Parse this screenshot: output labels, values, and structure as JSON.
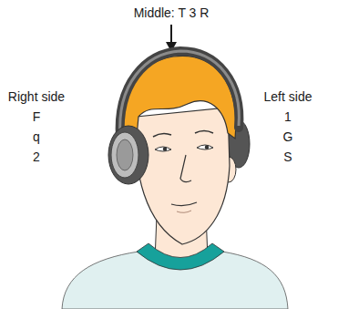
{
  "diagram": {
    "labels": [
      "Middle: T 3 R",
      "Right side",
      "F",
      "q",
      "2",
      "Left side",
      "1",
      "G",
      "S"
    ]
  }
}
